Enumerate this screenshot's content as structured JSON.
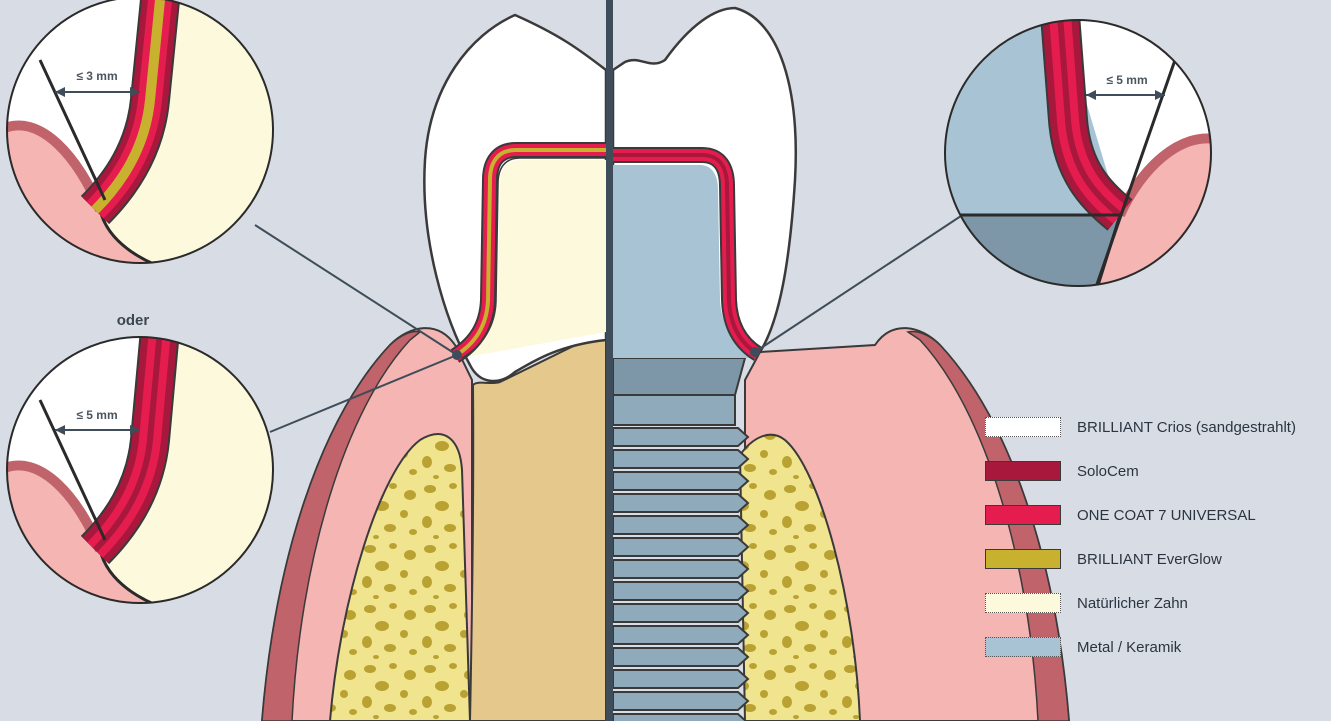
{
  "callouts": {
    "top_left_label": "≤ 3 mm",
    "bottom_left_label": "≤ 5 mm",
    "right_label": "≤ 5 mm",
    "separator": "oder"
  },
  "legend": [
    {
      "label": "BRILLIANT Crios (sandgestrahlt)",
      "color": "#ffffff",
      "border": "dotted"
    },
    {
      "label": "SoloCem",
      "color": "#a8173c",
      "border": "solid"
    },
    {
      "label": "ONE COAT 7 UNIVERSAL",
      "color": "#e51d4f",
      "border": "solid"
    },
    {
      "label": "BRILLIANT EverGlow",
      "color": "#c9b130",
      "border": "solid"
    },
    {
      "label": "Natürlicher Zahn",
      "color": "#fdf9dd",
      "border": "dotted"
    },
    {
      "label": "Metal / Keramik",
      "color": "#a8c3d3",
      "border": "dotted"
    }
  ]
}
